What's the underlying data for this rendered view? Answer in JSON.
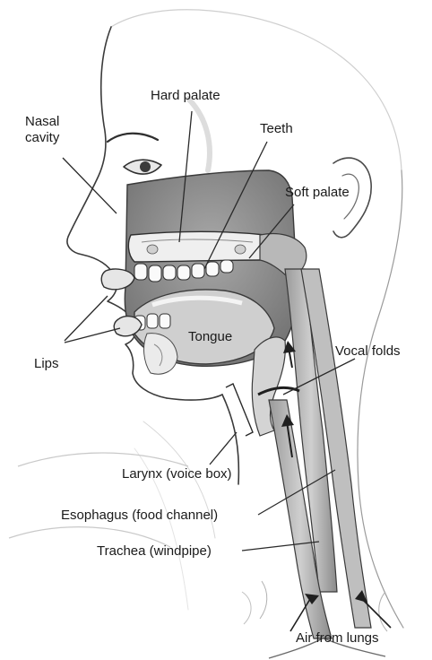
{
  "diagram": {
    "labels": {
      "nasal_cavity": "Nasal\ncavity",
      "hard_palate": "Hard palate",
      "teeth": "Teeth",
      "soft_palate": "Soft palate",
      "lips": "Lips",
      "tongue": "Tongue",
      "vocal_folds": "Vocal folds",
      "larynx": "Larynx (voice box)",
      "esophagus": "Esophagus (food channel)",
      "trachea": "Trachea (windpipe)",
      "air_from_lungs": "Air from lungs"
    },
    "colors": {
      "ink": "#2a2a2a",
      "skin_shade": "#d9d9d9",
      "cavity": "#8c8c8c",
      "tube": "#a9a9a9",
      "tissue": "#bdbdbd"
    }
  }
}
